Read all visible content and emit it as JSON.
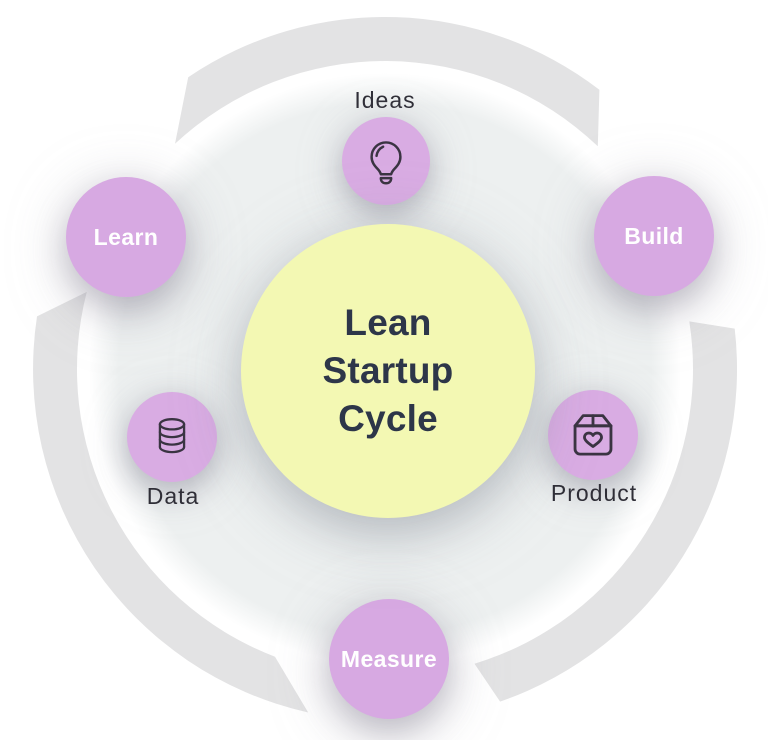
{
  "diagram": {
    "title": {
      "line1": "Lean",
      "line2": "Startup",
      "line3": "Cycle"
    },
    "steps": [
      {
        "label": "Learn",
        "position": "top-left"
      },
      {
        "label": "Build",
        "position": "top-right"
      },
      {
        "label": "Measure",
        "position": "bottom"
      }
    ],
    "artifacts": [
      {
        "label": "Ideas",
        "icon": "lightbulb-icon",
        "position": "top"
      },
      {
        "label": "Product",
        "icon": "product-box-heart-icon",
        "position": "right"
      },
      {
        "label": "Data",
        "icon": "database-icon",
        "position": "left"
      }
    ],
    "colors": {
      "step_circle": "#d7a9e2",
      "artifact_circle": "#d9ace3",
      "center_circle": "#f3f8b3",
      "ring_arc": "#e3e3e4",
      "inner_disc": "#edf0f0",
      "title_text": "#2d3649",
      "artifact_label_text": "#2f2e37",
      "step_label_text": "#ffffff",
      "icon_stroke": "#3a3442"
    }
  }
}
